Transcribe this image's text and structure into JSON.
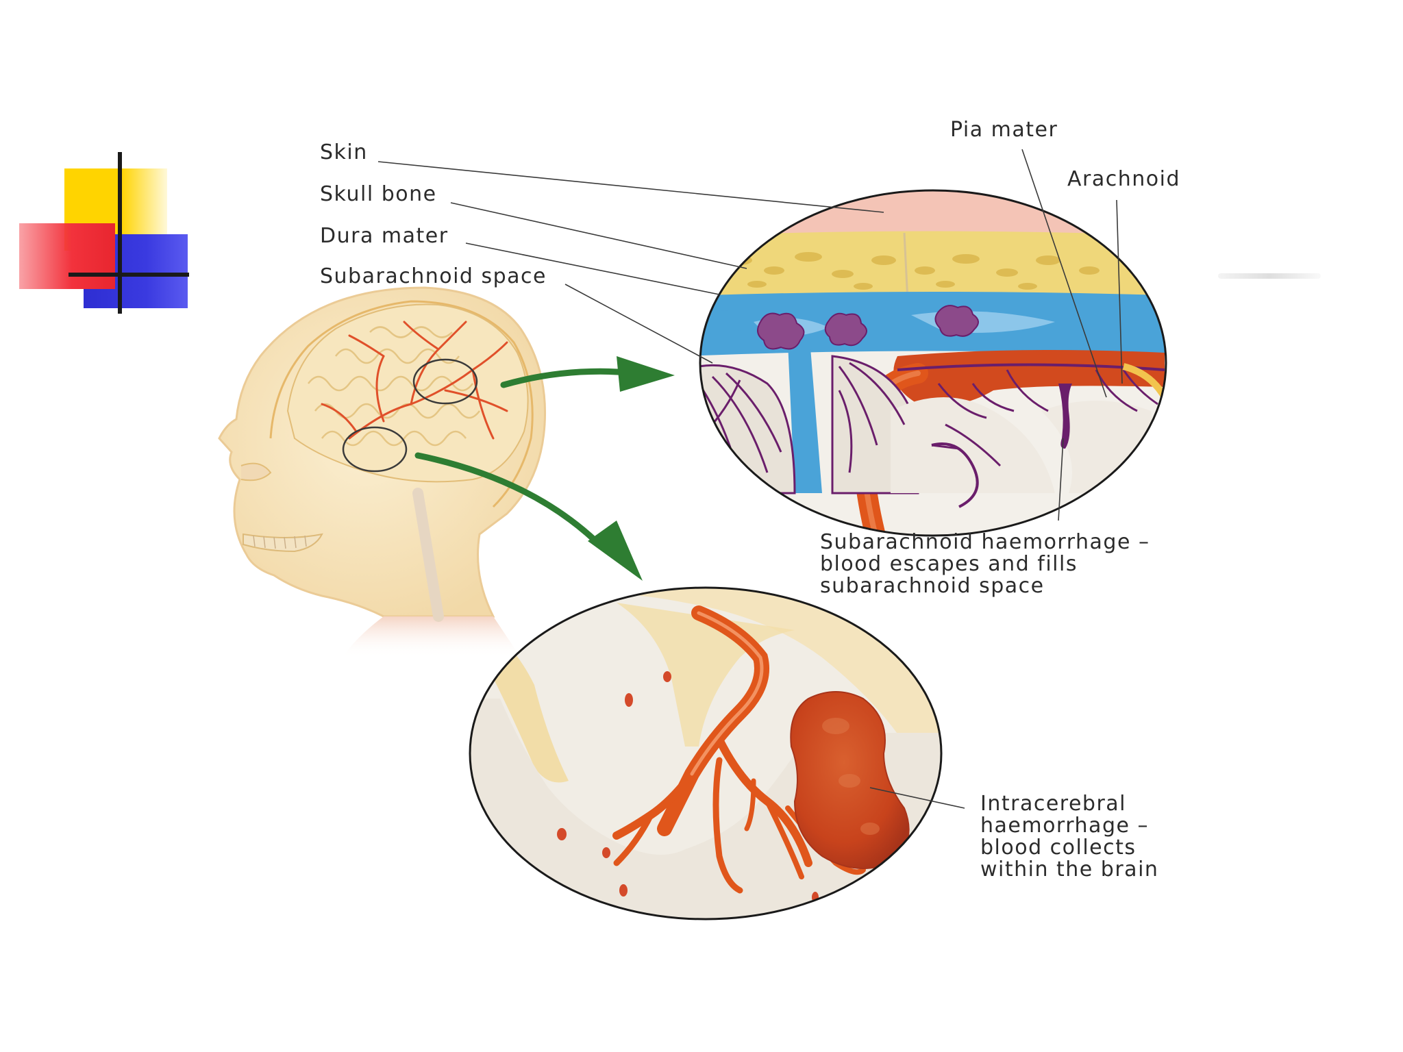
{
  "colors": {
    "deco_yellow": "#FFD400",
    "deco_red": "#F2323C",
    "deco_blue": "#2E2ED2",
    "arrow_green": "#2E7D32",
    "skin": "#F3C7BC",
    "skull_bone": "#EFD77A",
    "dura": "#4AA3D8",
    "blood": "#E0561B",
    "brain": "#E8E2D8",
    "vessel_purple": "#6A1E6B",
    "clot": "#C8431C"
  },
  "labels": {
    "skin": "Skin",
    "skull_bone": "Skull bone",
    "dura_mater": "Dura mater",
    "subarachnoid_space": "Subarachnoid space",
    "pia_mater": "Pia mater",
    "arachnoid": "Arachnoid"
  },
  "captions": {
    "subarachnoid_haemorrhage": [
      "Subarachnoid haemorrhage –",
      "blood escapes and fills",
      "subarachnoid space"
    ],
    "intracerebral_haemorrhage": [
      "Intracerebral",
      "haemorrhage –",
      "blood collects",
      "within the brain"
    ]
  }
}
